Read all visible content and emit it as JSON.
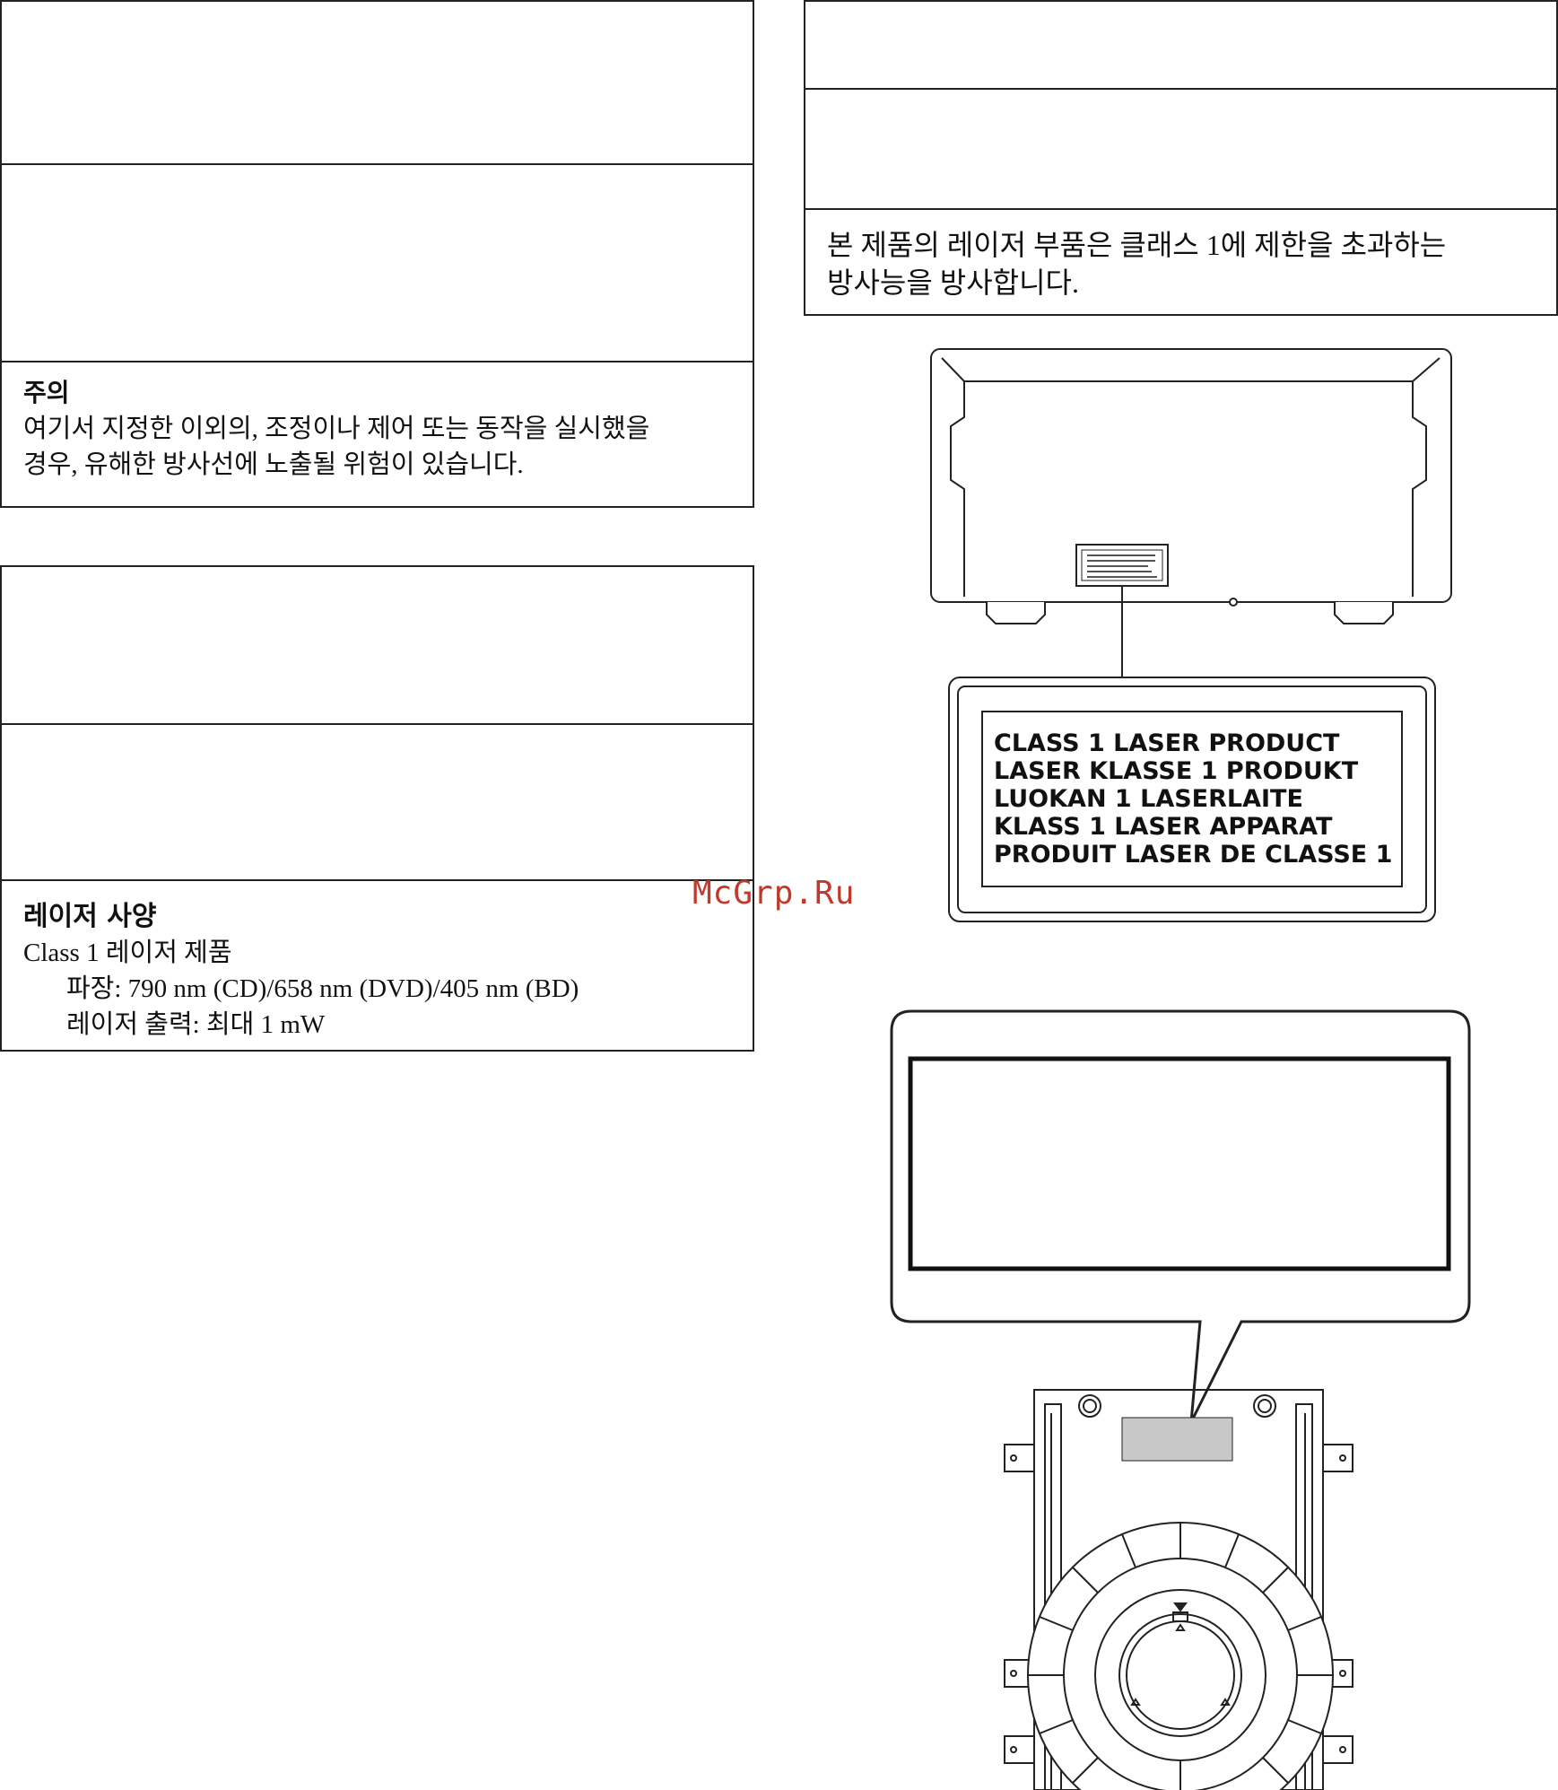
{
  "caution_box": {
    "heading": "주의",
    "lines": [
      "여기서 지정한 이외의, 조정이나 제어 또는 동작을 실시했을",
      "경우, 유해한 방사선에 노출될 위험이 있습니다."
    ]
  },
  "laser_spec_box": {
    "heading": "레이저 사양",
    "line1": "Class 1 레이저 제품",
    "wavelength": "파장: 790 nm (CD)/658 nm (DVD)/405 nm (BD)",
    "output": "레이저 출력: 최대 1 mW"
  },
  "radiation_box": {
    "lines": [
      "본 제품의 레이저 부품은 클래스 1에 제한을 초과하는",
      "방사능을 방사합니다."
    ]
  },
  "laser_label": {
    "lines": [
      "CLASS 1 LASER PRODUCT",
      "LASER KLASSE 1 PRODUKT",
      "LUOKAN 1 LASERLAITE",
      "KLASS 1 LASER APPARAT",
      "PRODUIT LASER DE CLASSE 1"
    ]
  },
  "watermark": "McGrp.Ru",
  "colors": {
    "line": "#222222",
    "label_gray": "#c8c8c8",
    "watermark": "#c0392b"
  }
}
